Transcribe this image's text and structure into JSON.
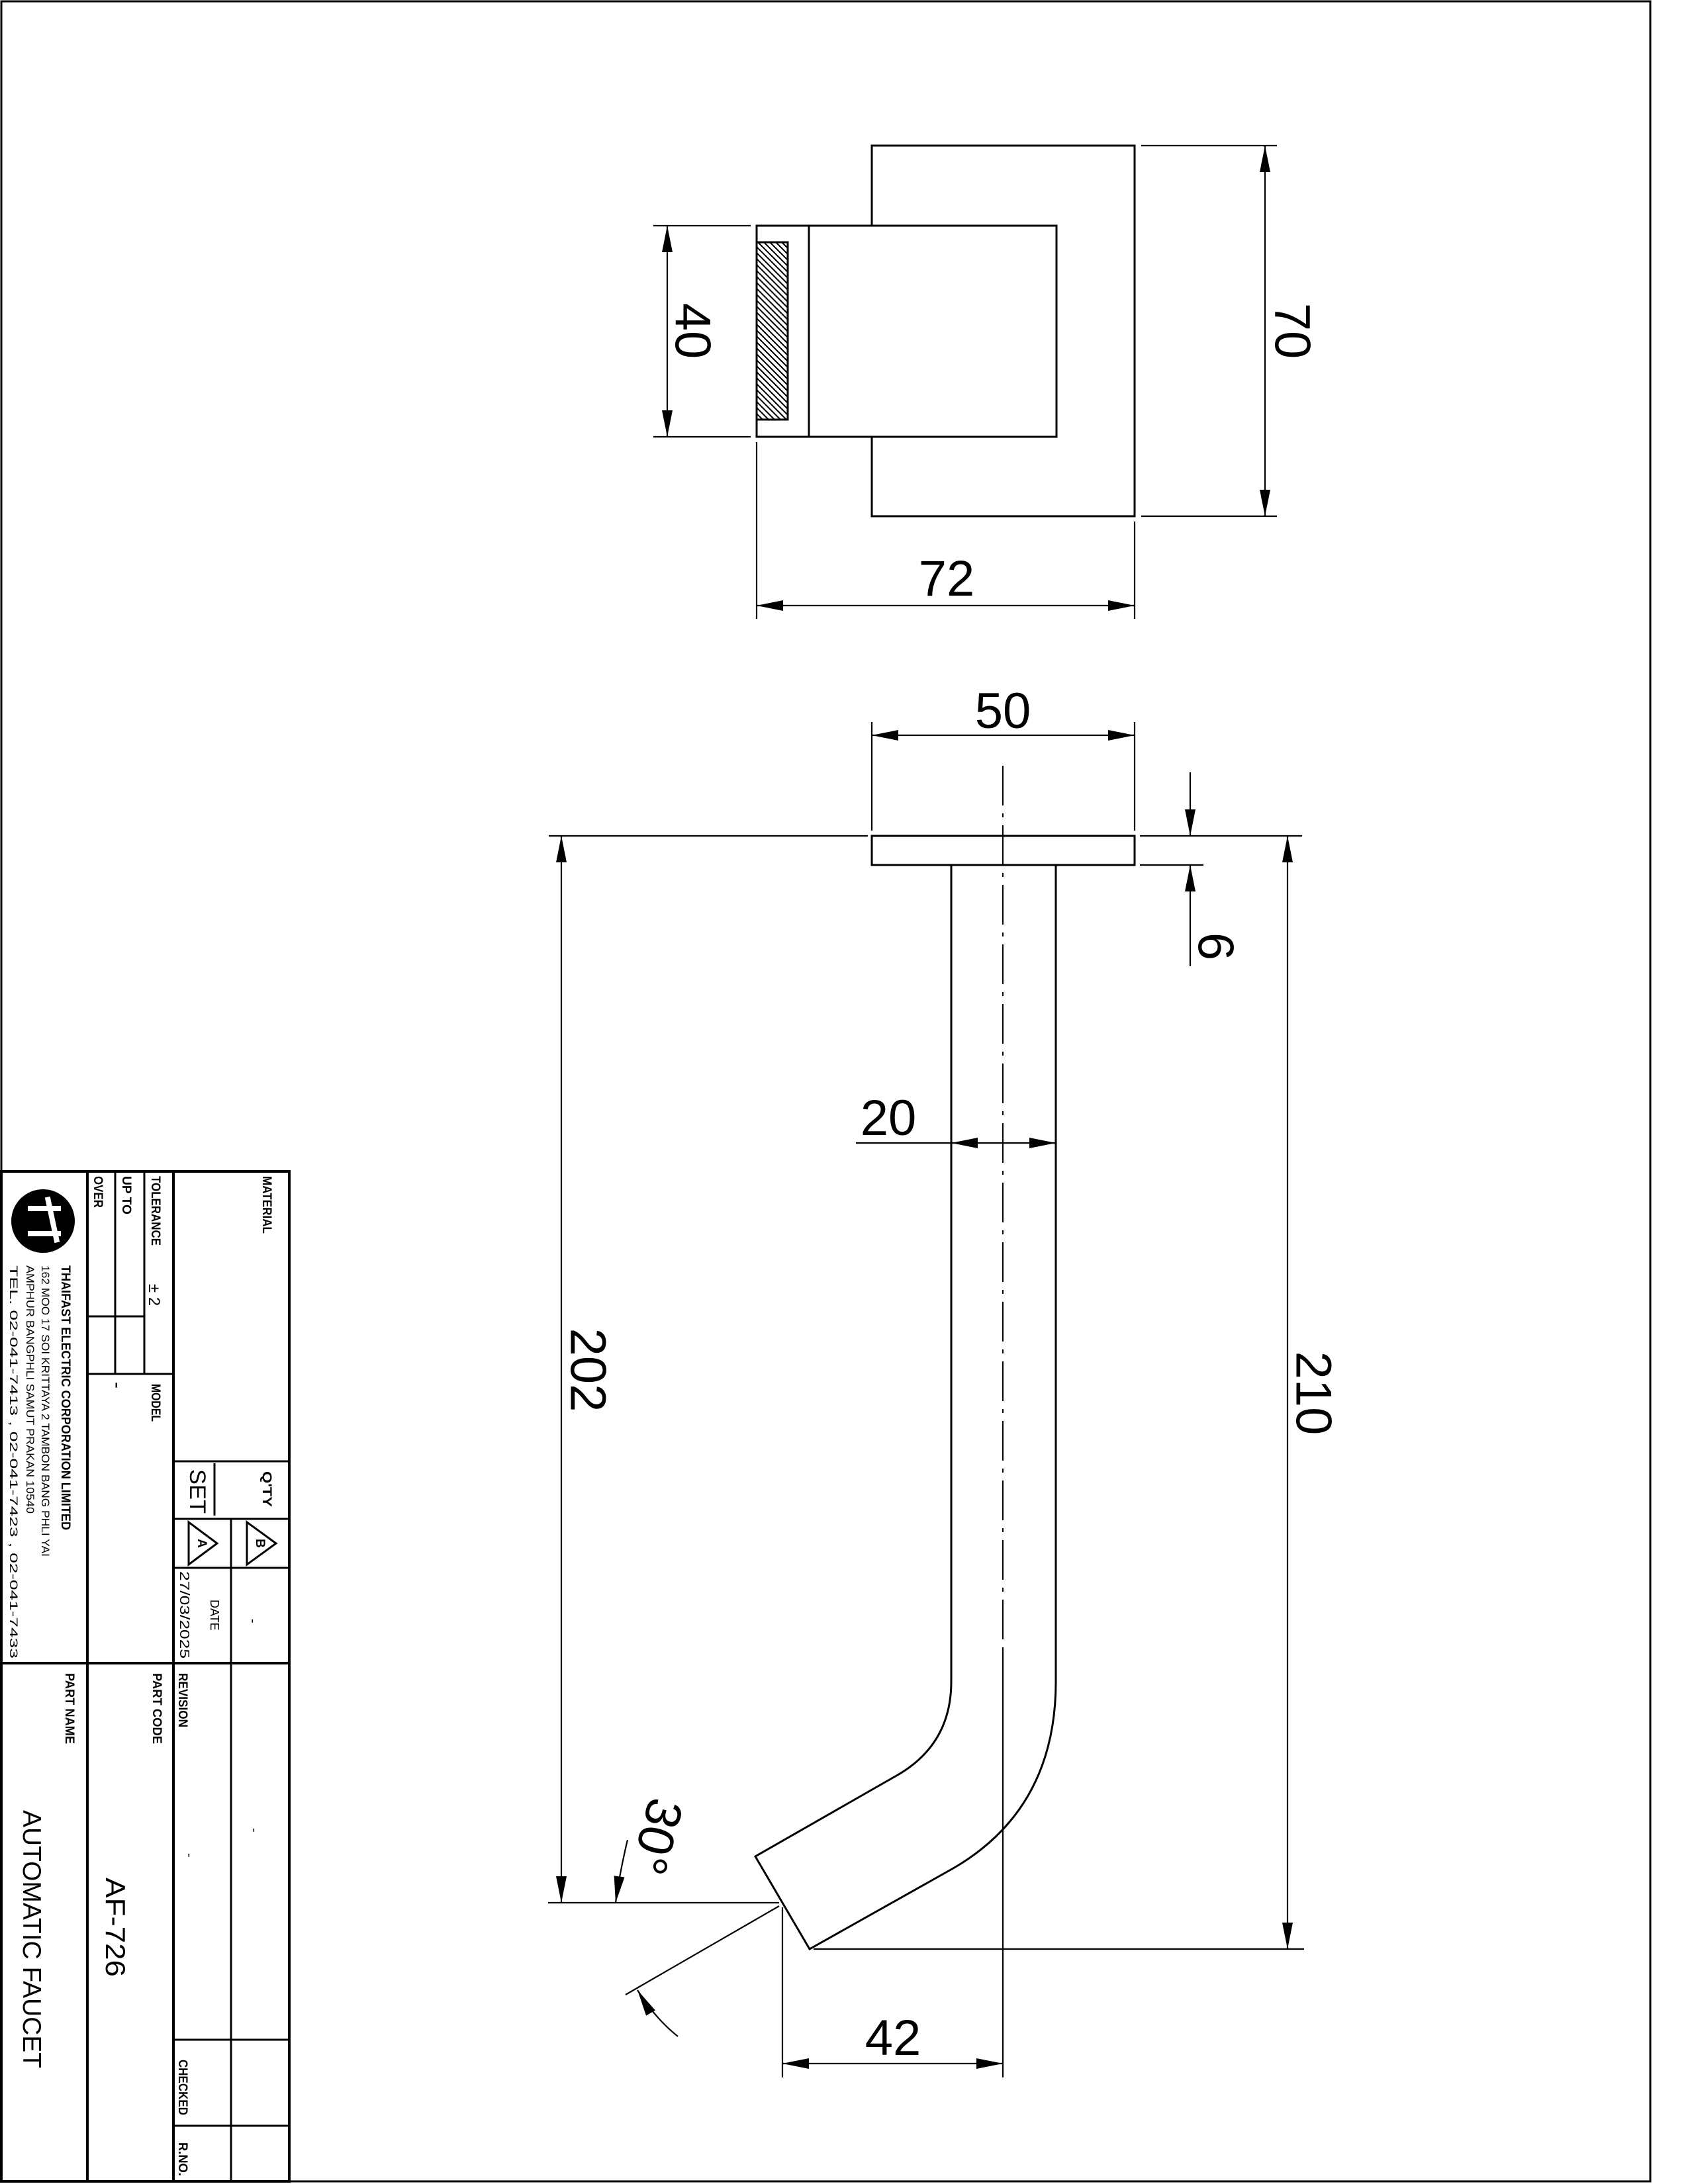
{
  "drawing": {
    "top_view": {
      "width_dim": "72",
      "height_dim": "70",
      "inner_height_dim": "40"
    },
    "front_view": {
      "flange_width_dim": "50",
      "flange_thickness_dim": "6",
      "pipe_diameter_dim": "20",
      "overall_height_dim": "210",
      "outlet_height_dim": "202",
      "outlet_offset_dim": "42",
      "outlet_angle_dim": "30°"
    }
  },
  "title_block": {
    "material_label": "MATERIAL",
    "material_value": "",
    "qty_label": "Q'TY",
    "qty_unit": "SET",
    "rev_mark_b": "B",
    "rev_mark_a": "A",
    "rev_b_date": "-",
    "date_label": "DATE",
    "date_value": "27/03/2025",
    "revision_label": "REVISION",
    "revision_value": "-",
    "revision_b_value": "-",
    "checked_label": "CHECKED",
    "rno_label": "R.NO.",
    "tolerance_label": "TOLERANCE",
    "tolerance_value": "± 2",
    "up_to_label": "UP TO",
    "over_label": "OVER",
    "model_label": "MODEL",
    "model_value": "-",
    "part_code_label": "PART CODE",
    "part_code_value": "AF-726",
    "part_name_label": "PART NAME",
    "part_name_value": "AUTOMATIC FAUCET",
    "company": {
      "logo_text": "TE",
      "name": "THAIFAST ELECTRIC CORPORATION LIMITED",
      "address_line1": "162 MOO 17 SOI KRITTAYA 2 TAMBON BANG PHLI YAI",
      "address_line2": "AMPHUR BANGPHLI SAMUT PRAKAN 10540",
      "phone": "TEL. 02-041-7413 , 02-041-7423 , 02-041-7433"
    }
  }
}
